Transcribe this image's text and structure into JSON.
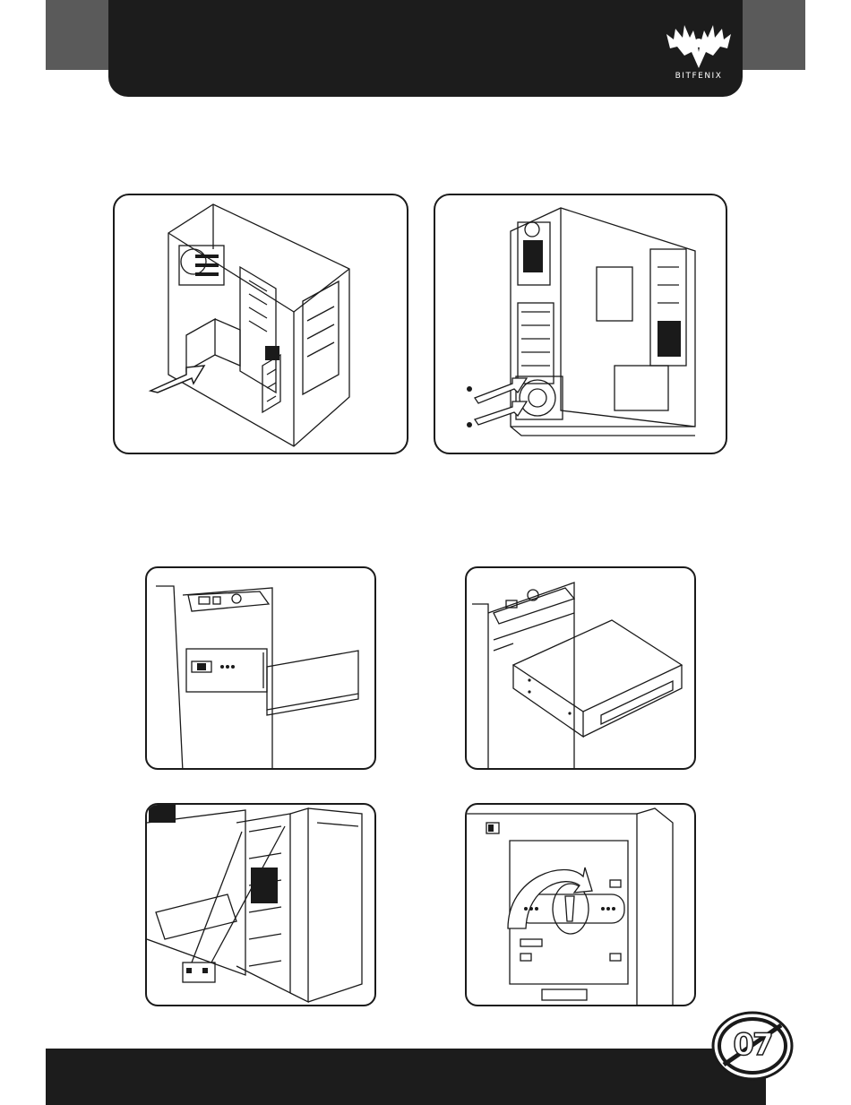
{
  "header": {
    "brand_text": "BITFENIX",
    "logo_icon": "phoenix-icon"
  },
  "figures": [
    {
      "id": "install-psu",
      "icon": "psu-slide-in-illustration"
    },
    {
      "id": "secure-psu-screws",
      "icon": "psu-screws-illustration"
    },
    {
      "id": "remove-drive-cover",
      "icon": "bay-cover-removal-illustration"
    },
    {
      "id": "insert-optical-drive",
      "icon": "optical-drive-insert-illustration"
    },
    {
      "id": "mount-drive-rails",
      "icon": "drive-rail-mounting-illustration"
    },
    {
      "id": "rotate-lock-clip",
      "icon": "tool-free-lock-illustration"
    }
  ],
  "footer": {
    "page_number": "07"
  },
  "colors": {
    "header_dark": "#1c1c1c",
    "header_tab": "#5a5a5a",
    "line_art": "#1a1a1a",
    "background": "#ffffff"
  }
}
